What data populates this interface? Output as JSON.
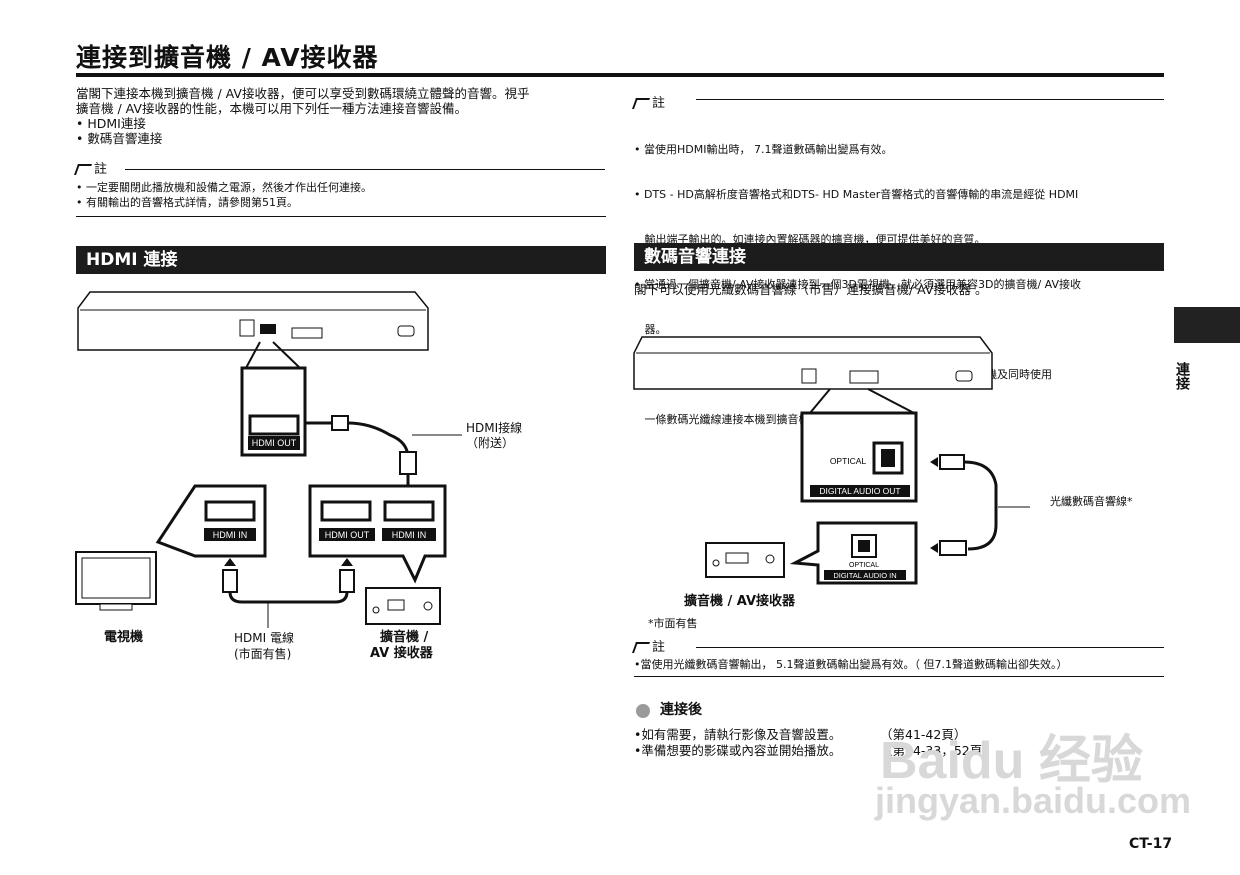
{
  "title": "連接到擴音機 / AV接收器",
  "intro": {
    "line1": "當閣下連接本機到擴音機 / AV接收器，便可以享受到數碼環繞立體聲的音響。視乎",
    "line2": "擴音機 / AV接收器的性能，本機可以用下列任一種方法連接音響設備。",
    "bullets": [
      "• HDMI連接",
      "• 數碼音響連接"
    ]
  },
  "left_note": {
    "head": "註",
    "items": [
      "• 一定要關閉此播放機和設備之電源，然後才作出任何連接。",
      "• 有關輸出的音響格式詳情，請參閱第51頁。"
    ]
  },
  "hdmi_section": {
    "header": "HDMI 連接",
    "port_hdmi_out": "HDMI OUT",
    "port_hdmi_in_tv": "HDMI IN",
    "port_hdmi_out_amp": "HDMI OUT",
    "port_hdmi_in_amp": "HDMI IN",
    "cable_supplied_1": "HDMI接線",
    "cable_supplied_2": "（附送）",
    "tv_label": "電視機",
    "cable_label_1": "HDMI 電線",
    "cable_label_2": "(市面有售)",
    "amp_label_1": "擴音機 /",
    "amp_label_2": "AV 接收器"
  },
  "right_note": {
    "head": "註",
    "items": [
      "• 當使用HDMI輸出時， 7.1聲道數碼輸出變爲有效。",
      "• DTS - HD高解析度音響格式和DTS- HD Master音響格式的音響傳輸的串流是經從 HDMI",
      "   輸出端子輸出的。如連接內置解碼器的擴音機，便可提供美好的音質。",
      "• 當通過一個擴音機/ AV接收器連接到一個3D電視機，就必須選用兼容3D的擴音機/ AV接收",
      "   器。",
      "   但如果擴音機/ AV接收器並非3D兼容，便請直接連接HDMI電線到電視機及同時使用",
      "   一條數碼光纖線連接本機到擴音機/ AV接收器。"
    ]
  },
  "digital_section": {
    "header": "數碼音響連接",
    "intro": "閣下可以使用光纖數碼音響線（市售）連接擴音機/ AV接收器 。",
    "port_optical": "OPTICAL",
    "port_digital_out": "DIGITAL AUDIO OUT",
    "port_optical_in": "OPTICAL",
    "port_digital_in": "DIGITAL AUDIO IN",
    "cable_label": "光纖數碼音響線*",
    "amp_label": "擴音機 / AV接收器",
    "footnote": "*市面有售",
    "note_head": "註",
    "note_item": "•當使用光纖數碼音響輸出， 5.1聲道數碼輸出變爲有效。（ 但7.1聲道數碼輸出卻失效。）"
  },
  "after": {
    "head": "連接後",
    "items": [
      {
        "text": "•如有需要，請執行影像及音響設置。",
        "ref": "（第41-42頁）"
      },
      {
        "text": "•準備想要的影碟或內容並開始播放。",
        "ref": "（第24-33，52頁）"
      }
    ]
  },
  "side_tab": "連接",
  "page_number": "CT-17",
  "watermark": {
    "line1": "Baidu 经验",
    "line2": "jingyan.baidu.com"
  }
}
